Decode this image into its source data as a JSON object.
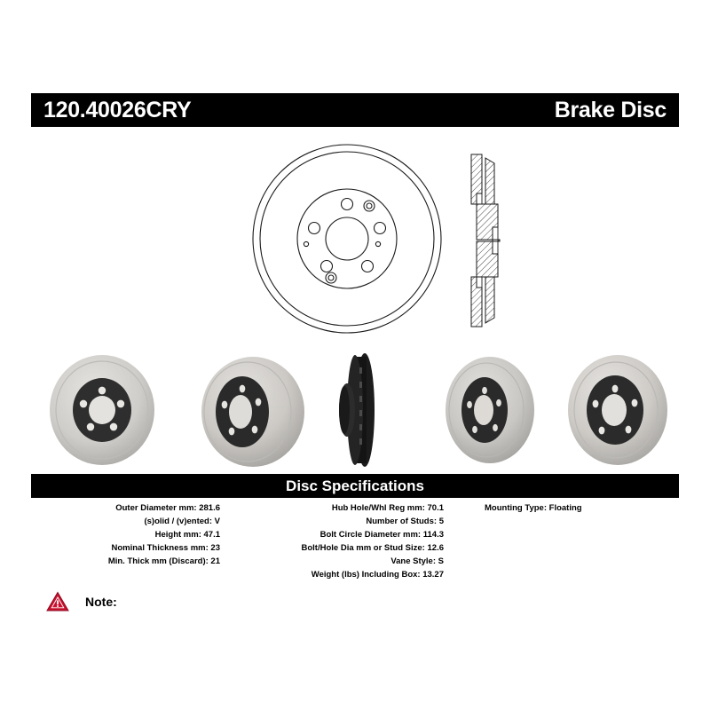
{
  "header": {
    "part_number": "120.40026CRY",
    "product_type": "Brake Disc"
  },
  "drawing": {
    "face_view_name": "disc-face-engineering-drawing",
    "section_view_name": "disc-cross-section-drawing"
  },
  "photos": [
    {
      "name": "rotor-front-face-photo",
      "caption": ""
    },
    {
      "name": "rotor-angled-face-photo",
      "caption": ""
    },
    {
      "name": "rotor-edge-profile-photo",
      "caption": ""
    },
    {
      "name": "rotor-tilted-hub-photo",
      "caption": ""
    },
    {
      "name": "rotor-hub-face-photo",
      "caption": ""
    }
  ],
  "specifications": {
    "title": "Disc Specifications",
    "columns": [
      {
        "rows": [
          {
            "label": "Outer Diameter mm:",
            "value": "281.6"
          },
          {
            "label": "(s)olid / (v)ented:",
            "value": "V"
          },
          {
            "label": "Height mm:",
            "value": "47.1"
          },
          {
            "label": "Nominal Thickness mm:",
            "value": "23"
          },
          {
            "label": "Min. Thick mm (Discard):",
            "value": "21"
          }
        ]
      },
      {
        "rows": [
          {
            "label": "Hub Hole/Whl Reg mm:",
            "value": "70.1"
          },
          {
            "label": "Number of Studs:",
            "value": "5"
          },
          {
            "label": "Bolt Circle Diameter mm:",
            "value": "114.3"
          },
          {
            "label": "Bolt/Hole Dia mm or Stud Size:",
            "value": "12.6"
          },
          {
            "label": "Vane Style:",
            "value": "S"
          },
          {
            "label": "Weight (lbs) Including Box:",
            "value": "13.27"
          }
        ]
      },
      {
        "rows": [
          {
            "label": "Mounting Type:",
            "value": "Floating"
          }
        ]
      }
    ]
  },
  "note": {
    "icon": "warning-triangle-icon",
    "label": "Note:",
    "text": ""
  },
  "colors": {
    "bar_background": "#000000",
    "bar_text": "#ffffff",
    "page_background": "#ffffff",
    "warning_red": "#c8102e",
    "rotor_light": "#d2d0cc",
    "rotor_dark": "#2b2b2b"
  }
}
